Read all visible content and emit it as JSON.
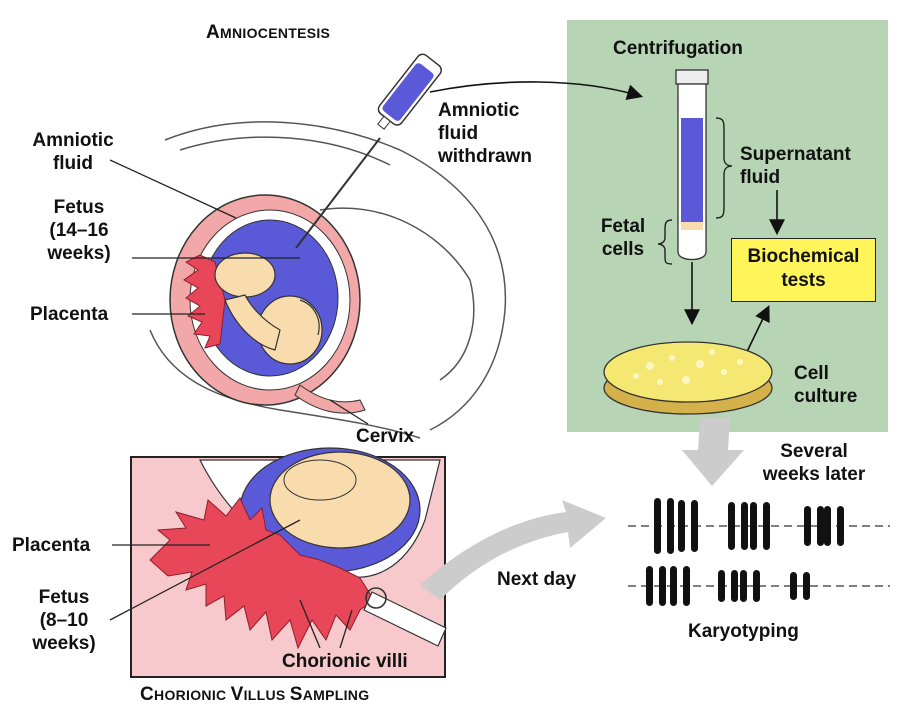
{
  "amniocentesis": {
    "title_first": "A",
    "title_rest": "MNIOCENTESIS",
    "labels": {
      "amniotic_fluid": "Amniotic\nfluid",
      "fetus": "Fetus\n(14–16\nweeks)",
      "placenta": "Placenta",
      "cervix": "Cervix",
      "withdrawn": "Amniotic\nfluid\nwithdrawn"
    }
  },
  "lab": {
    "centrifugation": "Centrifugation",
    "supernatant": "Supernatant\nfluid",
    "fetal_cells": "Fetal\ncells",
    "biochemical": "Biochemical\ntests",
    "cell_culture": "Cell\nculture"
  },
  "karyotype": {
    "several_weeks": "Several\nweeks later",
    "label": "Karyotyping"
  },
  "cvs": {
    "title_1_first": "C",
    "title_1_rest": "HORIONIC ",
    "title_2_first": "V",
    "title_2_rest": "ILLUS ",
    "title_3_first": "S",
    "title_3_rest": "AMPLING",
    "labels": {
      "placenta": "Placenta",
      "fetus": "Fetus\n(8–10\nweeks)",
      "chorionic_villi": "Chorionic villi",
      "next_day": "Next day"
    }
  },
  "colors": {
    "lab_panel": "#b7d5b4",
    "biochem_box": "#fff45a",
    "amniotic": "#5a5ad8",
    "uterus_pink": "#f2a8a8",
    "placenta_red": "#e8475a",
    "fetus_skin": "#f8dcae",
    "cvs_panel": "#f7c9cc",
    "arrow_gray": "#cccccc"
  }
}
